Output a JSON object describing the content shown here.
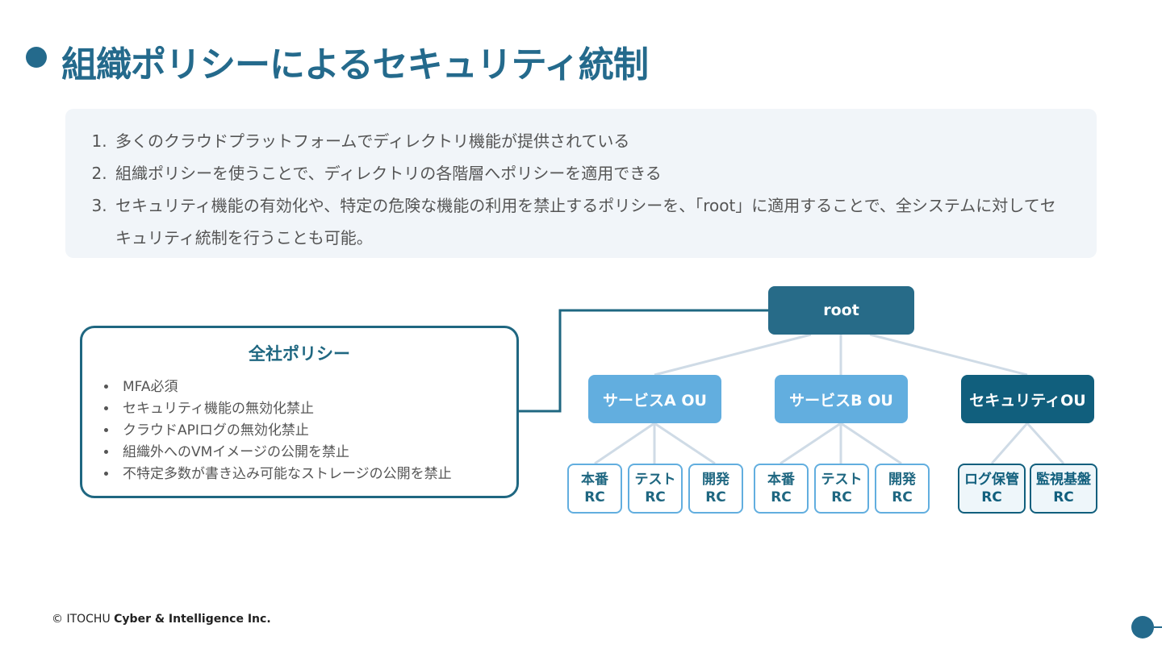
{
  "title": "組織ポリシーによるセキュリティ統制",
  "points": [
    "多くのクラウドプラットフォームでディレクトリ機能が提供されている",
    "組織ポリシーを使うことで、ディレクトリの各階層へポリシーを適用できる",
    "セキュリティ機能の有効化や、特定の危険な機能の利用を禁止するポリシーを、「root」に適用することで、全システムに対してセキュリティ統制を行うことも可能。"
  ],
  "policy": {
    "title": "全社ポリシー",
    "items": [
      "MFA必須",
      "セキュリティ機能の無効化禁止",
      "クラウドAPIログの無効化禁止",
      "組織外へのVMイメージの公開を禁止",
      "不特定多数が書き込み可能なストレージの公開を禁止"
    ]
  },
  "tree": {
    "root": "root",
    "ous": [
      {
        "label": "サービスA OU",
        "children": [
          [
            "本番",
            "RC"
          ],
          [
            "テスト",
            "RC"
          ],
          [
            "開発",
            "RC"
          ]
        ]
      },
      {
        "label": "サービスB OU",
        "children": [
          [
            "本番",
            "RC"
          ],
          [
            "テスト",
            "RC"
          ],
          [
            "開発",
            "RC"
          ]
        ]
      },
      {
        "label": "セキュリティOU",
        "children": [
          [
            "ログ保管",
            "RC"
          ],
          [
            "監視基盤",
            "RC"
          ]
        ]
      }
    ]
  },
  "footer": {
    "copyright": "© ITOCHU",
    "brand": "Cyber & Intelligence Inc."
  },
  "colors": {
    "primary": "#246a8c",
    "ou_light": "#62aedf",
    "ou_dark": "#115f7d",
    "connector": "#cfdbe6"
  }
}
